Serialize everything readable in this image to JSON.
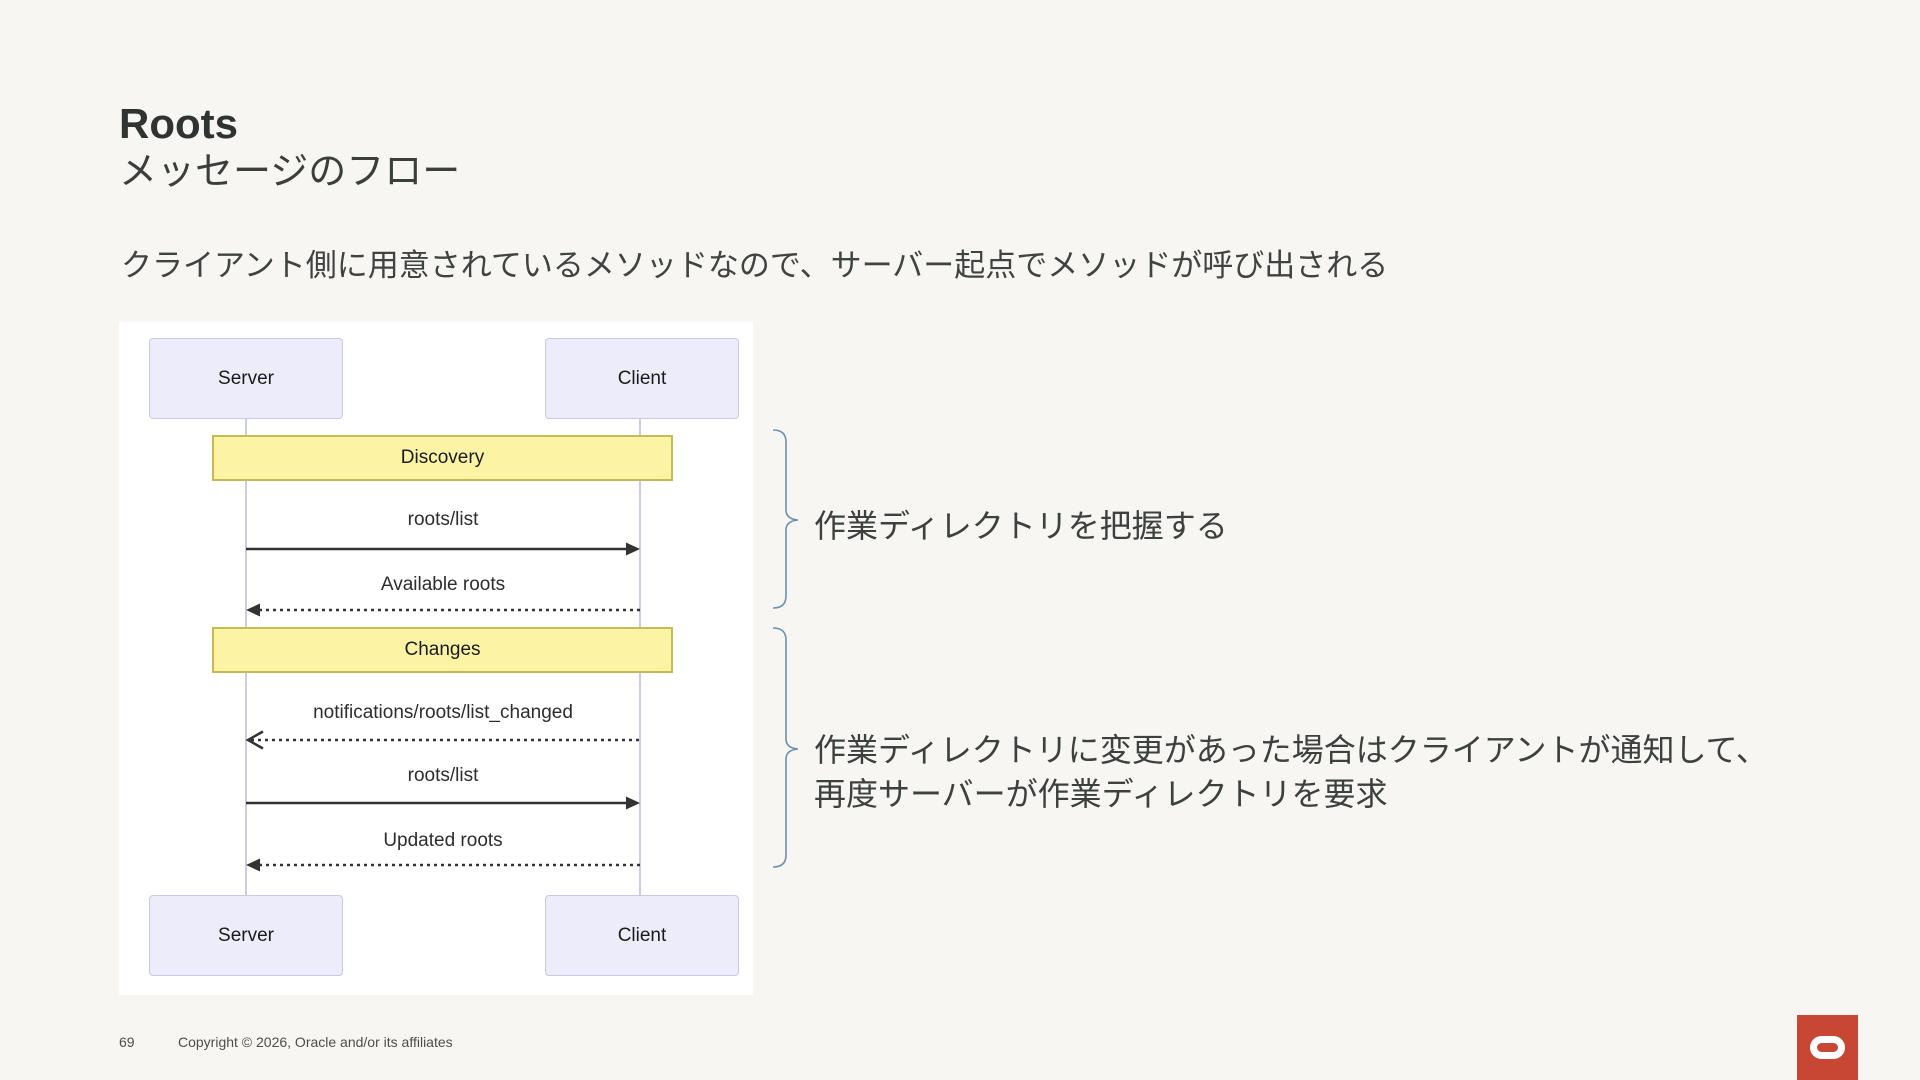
{
  "header": {
    "title": "Roots",
    "subtitle": "メッセージのフロー",
    "description": "クライアント側に用意されているメソッドなので、サーバー起点でメソッドが呼び出される"
  },
  "diagram": {
    "type": "sequence",
    "actors": {
      "left": "Server",
      "right": "Client"
    },
    "sections": [
      {
        "label": "Discovery"
      },
      {
        "label": "Changes"
      }
    ],
    "messages": [
      {
        "label": "roots/list",
        "from": "Server",
        "to": "Client",
        "line": "solid",
        "head": "filled"
      },
      {
        "label": "Available roots",
        "from": "Client",
        "to": "Server",
        "line": "dotted",
        "head": "filled"
      },
      {
        "label": "notifications/roots/list_changed",
        "from": "Client",
        "to": "Server",
        "line": "dotted",
        "head": "open"
      },
      {
        "label": "roots/list",
        "from": "Server",
        "to": "Client",
        "line": "solid",
        "head": "filled"
      },
      {
        "label": "Updated roots",
        "from": "Client",
        "to": "Server",
        "line": "dotted",
        "head": "filled"
      }
    ]
  },
  "annotations": [
    {
      "lines": [
        "作業ディレクトリを把握する"
      ]
    },
    {
      "lines": [
        "作業ディレクトリに変更があった場合はクライアントが通知して、",
        "再度サーバーが作業ディレクトリを要求"
      ]
    }
  ],
  "footer": {
    "page_number": "69",
    "copyright": "Copyright © 2026, Oracle and/or its affiliates"
  },
  "colors": {
    "background": "#F7F6F3",
    "title_text": "#2F3331",
    "body_text": "#3A3E3C",
    "diagram_background": "#FFFFFF",
    "actor_fill": "#ECECFB",
    "actor_border": "#C8C8E8",
    "note_fill": "#FCF4A4",
    "note_border": "#C5BB4F",
    "lifeline": "#CCCCE3",
    "arrow": "#333333",
    "bracket": "#6B91AE",
    "oracle_red": "#C74634",
    "footer_text": "#4D4D4D"
  }
}
